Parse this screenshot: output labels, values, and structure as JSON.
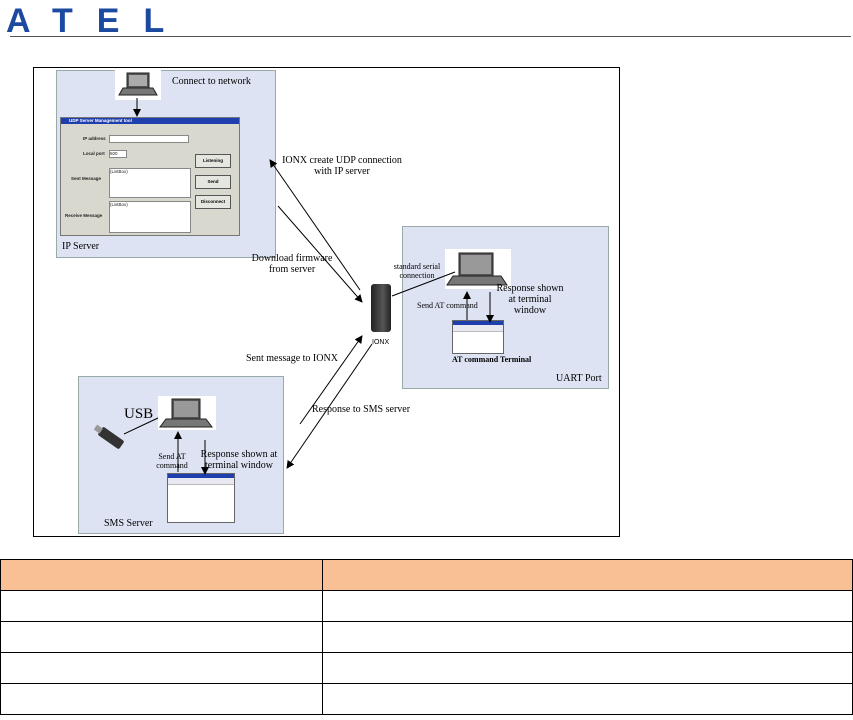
{
  "logo": {
    "text": "ATEL"
  },
  "diagram": {
    "ip_server": {
      "panel_label": "IP Server",
      "connect_label": "Connect to network",
      "window": {
        "title": "UDP Server Management tool",
        "ip_label": "IP address",
        "port_label": "Local port",
        "port_value": "600",
        "sent_label": "Sent Message",
        "sent_value": "(ListBox)",
        "recv_label": "Receive Message",
        "recv_value": "(ListBox)",
        "listen_btn": "Listening",
        "send_btn": "Send",
        "disconnect_btn": "Disconnect"
      }
    },
    "uart": {
      "panel_label": "UART Port",
      "send_at": "Send AT command",
      "response": "Response shown\nat terminal\nwindow",
      "terminal_label": "AT command Terminal"
    },
    "sms": {
      "panel_label": "SMS Server",
      "usb_label": "USB",
      "send_at": "Send AT\ncommand",
      "response": "Response shown at\nterminal window"
    },
    "ionx_label": "IONX",
    "labels": {
      "create_udp": "IONX create UDP connection\nwith IP server",
      "download": "Download firmware\nfrom server",
      "standard_serial": "standard serial\nconnection",
      "sent_message": "Sent message to IONX",
      "response_sms": "Response to SMS server"
    }
  },
  "table": {
    "headers": [
      "",
      ""
    ],
    "rows": [
      [
        "",
        ""
      ],
      [
        "",
        ""
      ],
      [
        "",
        ""
      ],
      [
        "",
        ""
      ]
    ]
  }
}
